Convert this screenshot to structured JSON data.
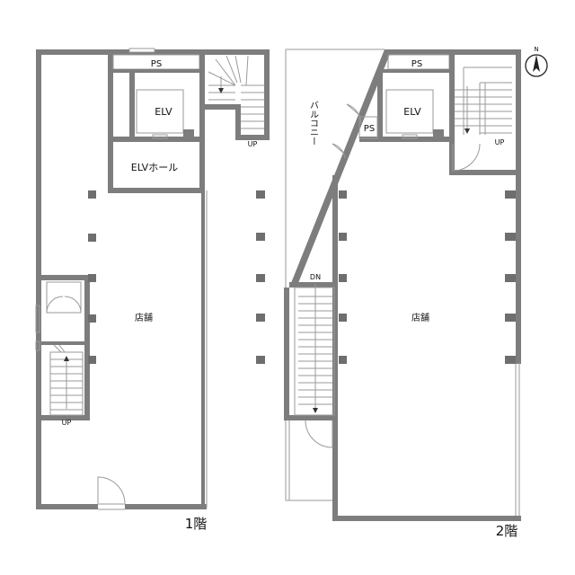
{
  "plans": [
    {
      "floor_label": "1階",
      "rooms": {
        "ps": "PS",
        "elv": "ELV",
        "elv_hall": "ELVホール",
        "shop": "店舗"
      },
      "stairs": [
        {
          "direction": "UP"
        },
        {
          "direction": "UP"
        }
      ]
    },
    {
      "floor_label": "2階",
      "rooms": {
        "ps_top": "PS",
        "ps_small": "PS",
        "elv": "ELV",
        "balcony": "バルコニー",
        "shop": "店舗"
      },
      "stairs": [
        {
          "direction": "UP"
        },
        {
          "direction": "DN"
        }
      ]
    }
  ],
  "compass": {
    "label": "N",
    "icon": "north-arrow-icon"
  },
  "colors": {
    "wall": "#7d7d7d",
    "column": "#6e6e6e",
    "text": "#111111"
  }
}
